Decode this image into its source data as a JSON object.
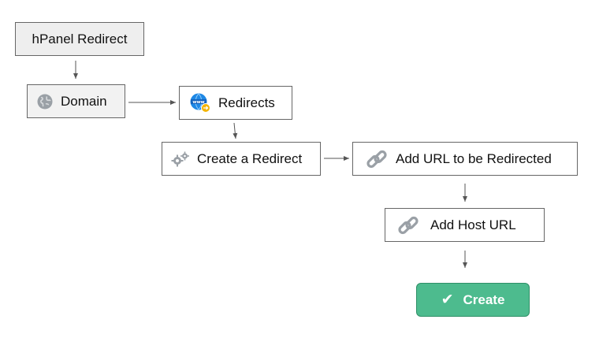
{
  "nodes": {
    "hpanel": {
      "label": "hPanel Redirect",
      "fill": "#eeeeee"
    },
    "domain": {
      "label": "Domain",
      "fill": "#f2f2f2",
      "icon": "globe-icon"
    },
    "redirects": {
      "label": "Redirects",
      "fill": "#ffffff",
      "icon": "www-redirect-icon"
    },
    "create_redirect": {
      "label": "Create a Redirect",
      "fill": "#ffffff",
      "icon": "gears-icon"
    },
    "add_url": {
      "label": "Add URL to be Redirected",
      "fill": "#ffffff",
      "icon": "link-icon"
    },
    "add_host": {
      "label": "Add Host URL",
      "fill": "#ffffff",
      "icon": "link-icon"
    }
  },
  "create_button": {
    "label": "Create",
    "check": "✔",
    "color": "#4dbb8e"
  },
  "colors": {
    "border": "#666666",
    "arrow": "#555555",
    "icon_gray": "#9aa0a6",
    "www_blue": "#1e88e5",
    "www_badge": "#f4b400"
  }
}
